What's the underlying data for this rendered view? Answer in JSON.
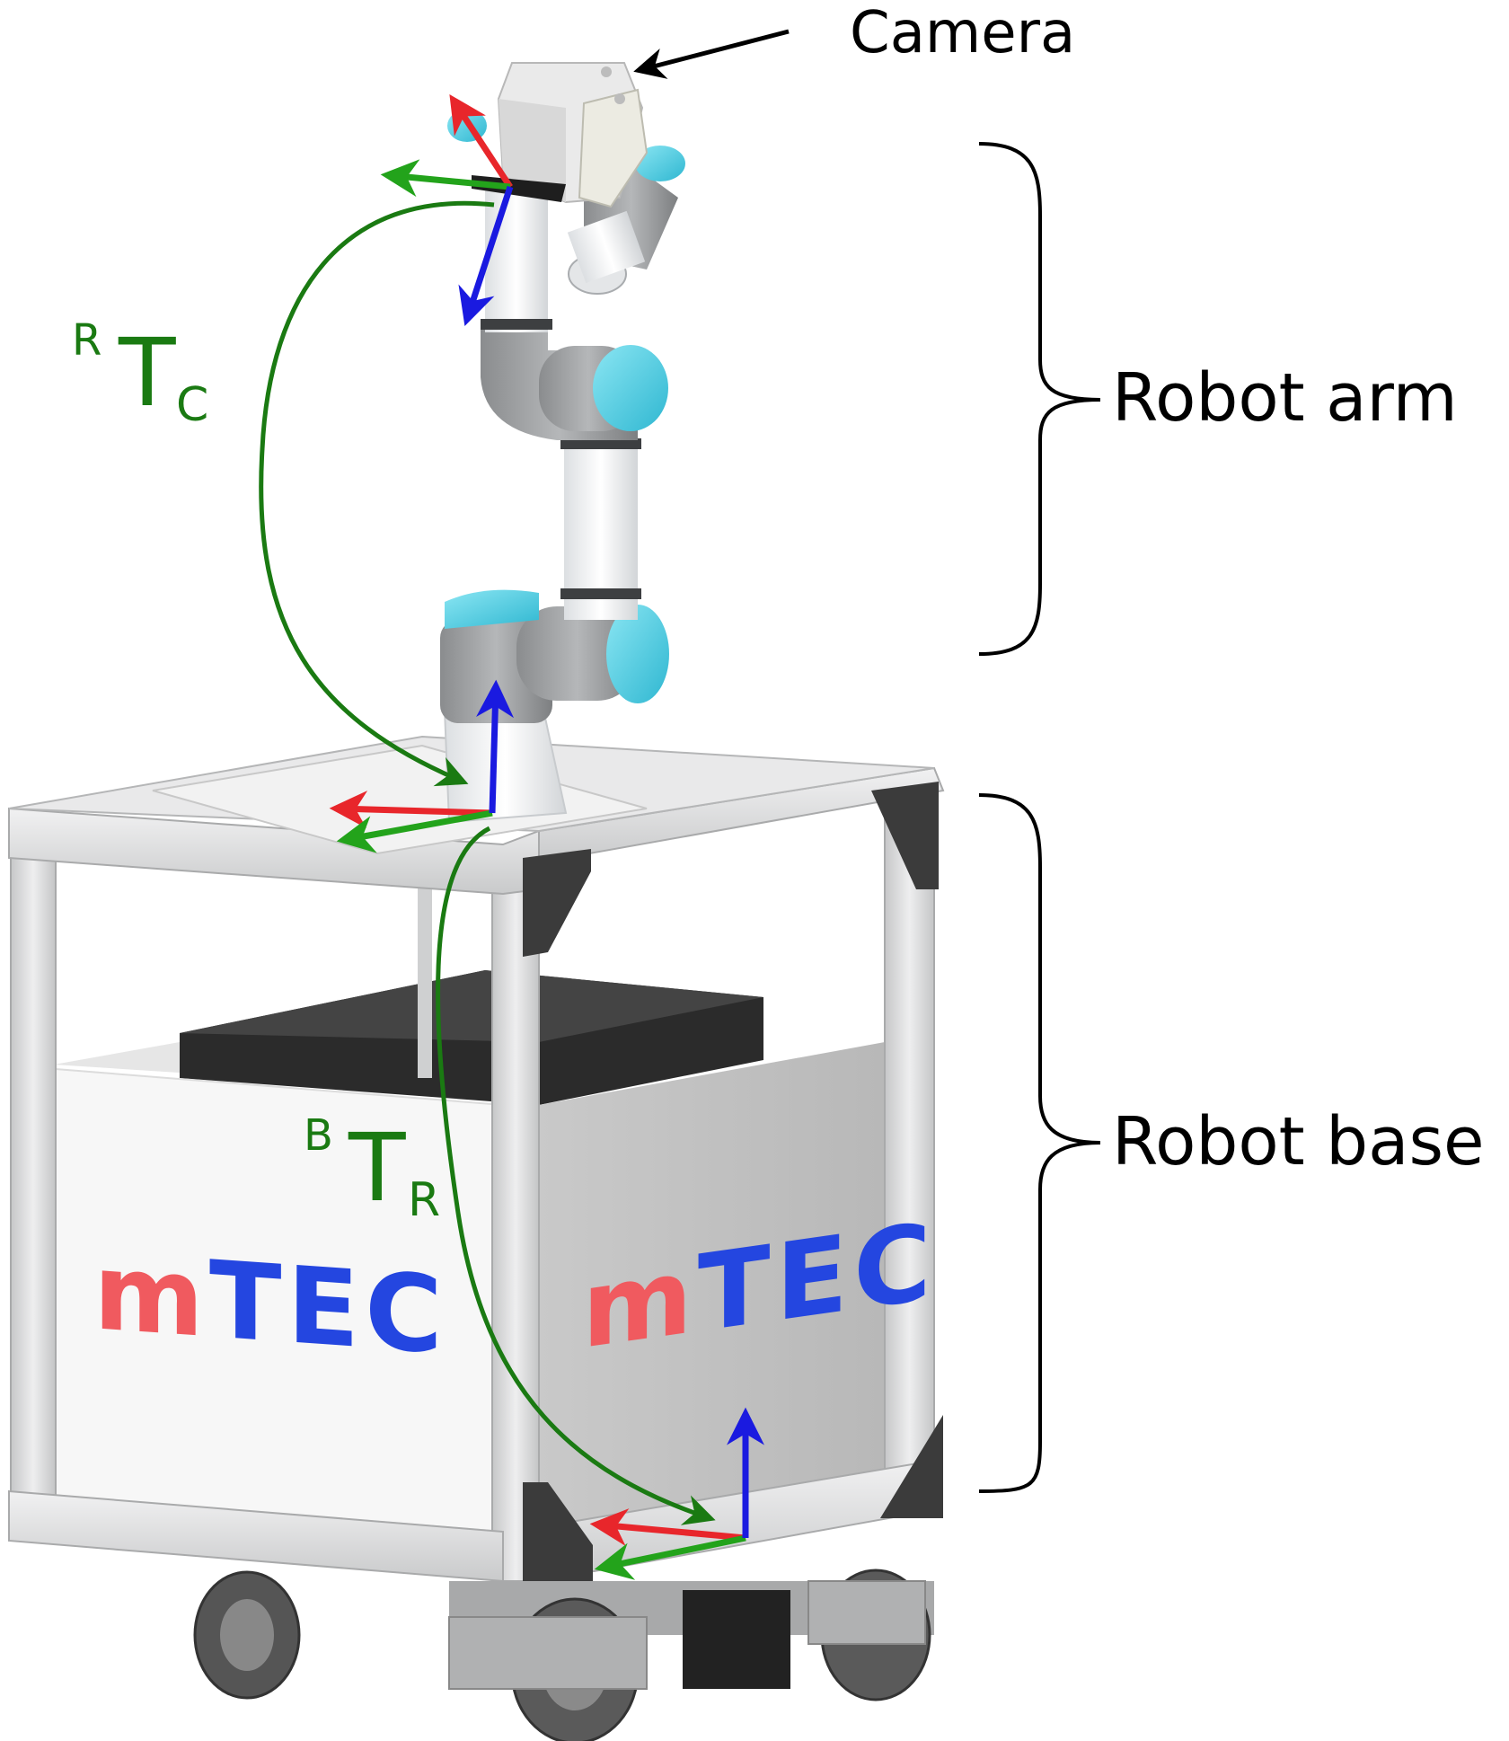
{
  "labels": {
    "camera": "Camera",
    "robot_arm": "Robot arm",
    "robot_base": "Robot base"
  },
  "transforms": {
    "robot_to_camera": {
      "superscript": "R",
      "symbol": "T",
      "subscript": "C"
    },
    "base_to_robot": {
      "superscript": "B",
      "symbol": "T",
      "subscript": "R"
    }
  },
  "logo": {
    "first": "m",
    "rest": "TEC"
  },
  "colors": {
    "axis_x": "#e8262b",
    "axis_y": "#23a31b",
    "axis_z": "#1a1ae0",
    "transform": "#1a7a12",
    "logo_red": "#f05a5f",
    "logo_blue": "#2446e0",
    "arm_accent": "#4fd0e6",
    "frame_metal": "#d9dadb"
  }
}
